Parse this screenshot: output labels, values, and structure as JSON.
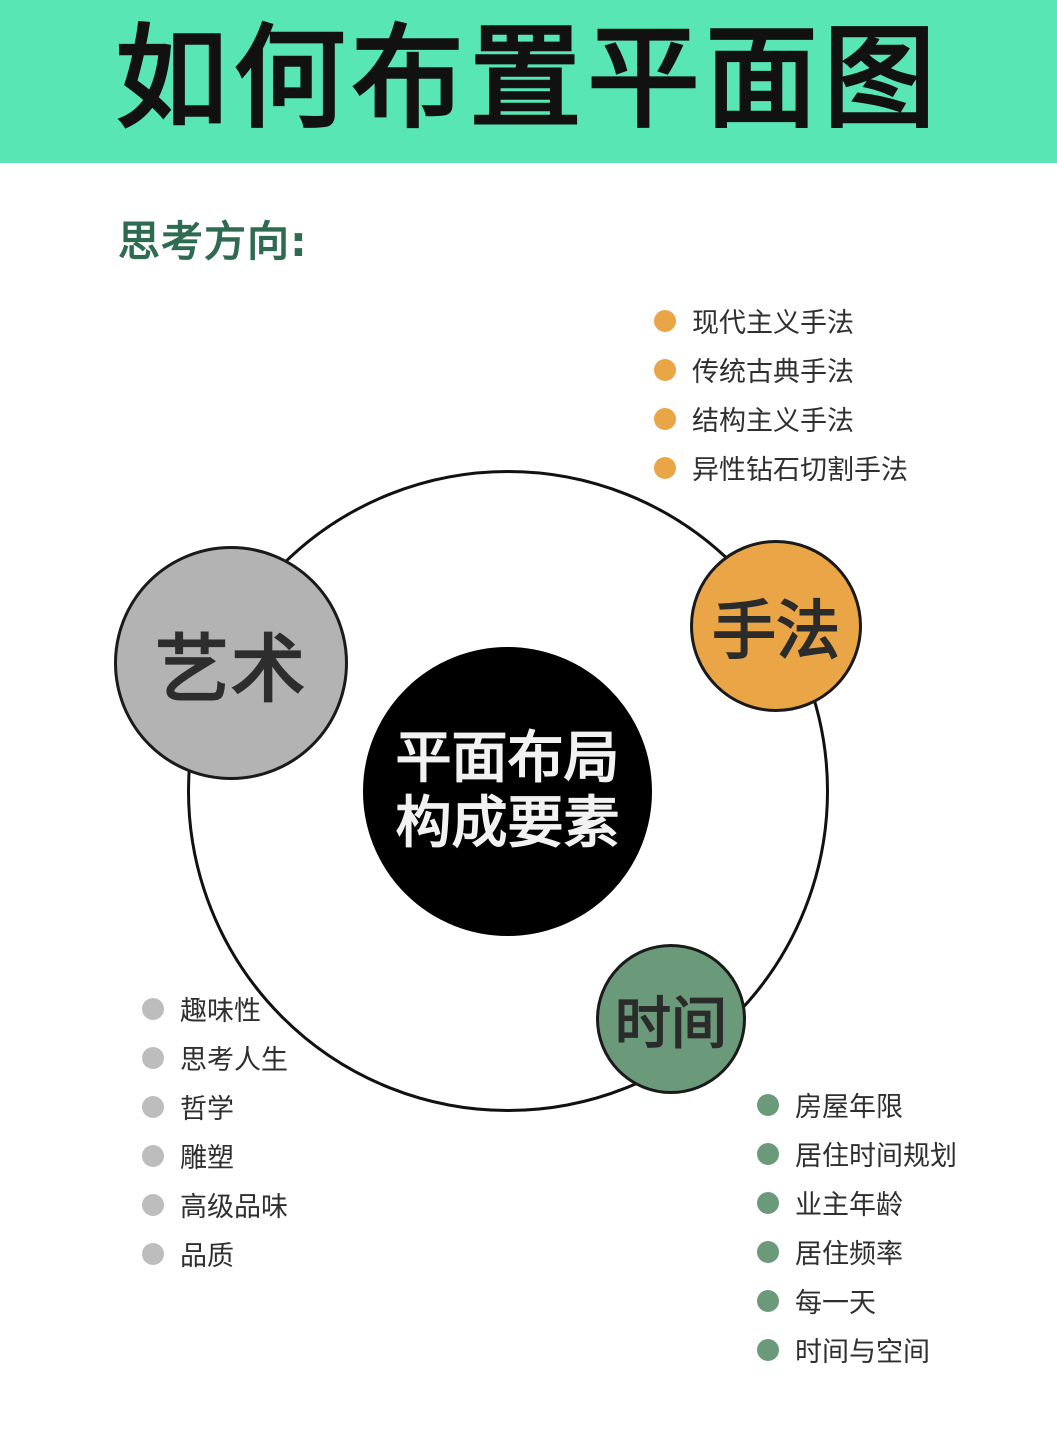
{
  "header": {
    "title": "如何布置平面图"
  },
  "subtitle": "思考方向:",
  "center": {
    "line1": "平面布局",
    "line2": "构成要素"
  },
  "nodes": {
    "art": {
      "label": "艺术",
      "color": "#b3b3b3"
    },
    "method": {
      "label": "手法",
      "color": "#eaa547"
    },
    "time": {
      "label": "时间",
      "color": "#6b9a7a"
    }
  },
  "lists": {
    "method": [
      "现代主义手法",
      "传统古典手法",
      "结构主义手法",
      "异性钻石切割手法"
    ],
    "art": [
      "趣味性",
      "思考人生",
      "哲学",
      "雕塑",
      "高级品味",
      "品质"
    ],
    "time": [
      "房屋年限",
      "居住时间规划",
      "业主年龄",
      "居住频率",
      "每一天",
      "时间与空间"
    ]
  },
  "colors": {
    "banner": "#58e6b4",
    "subtitle": "#2e6b50",
    "center": "#000000"
  }
}
